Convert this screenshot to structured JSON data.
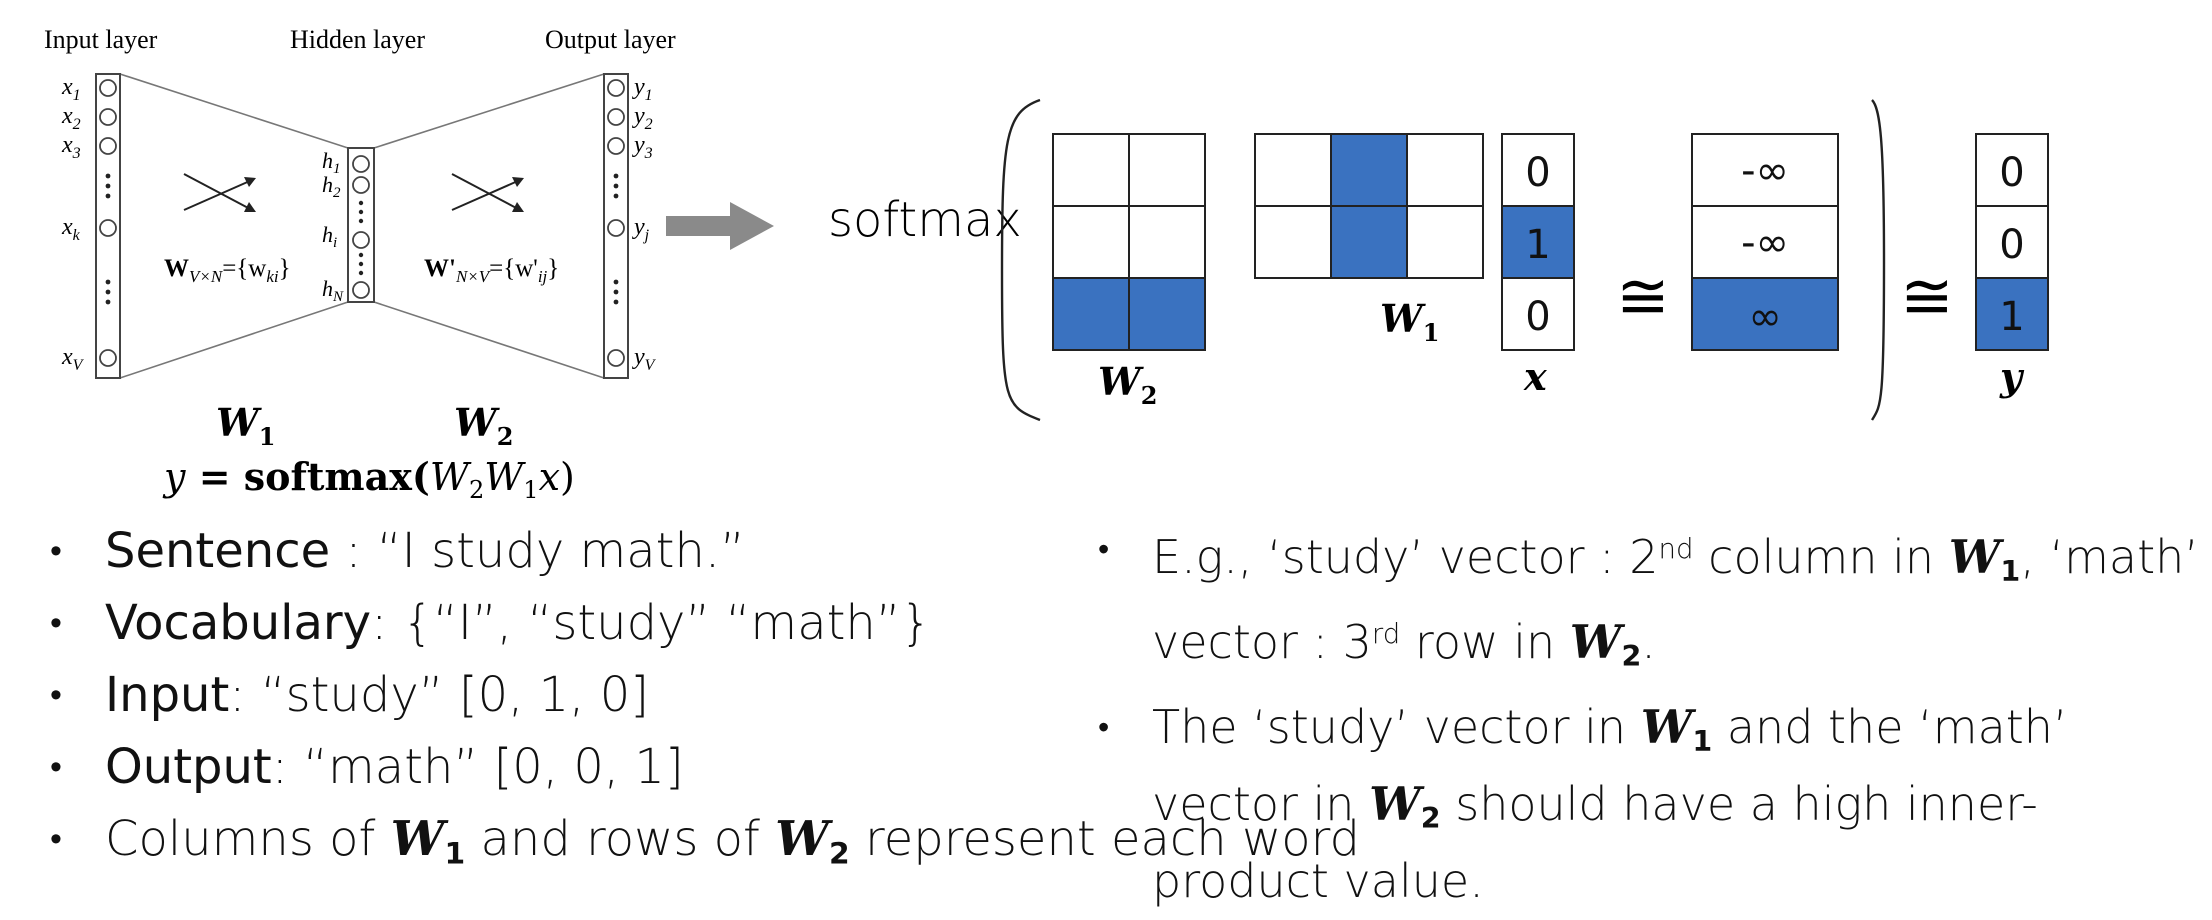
{
  "nn": {
    "input_label": "Input layer",
    "hidden_label": "Hidden layer",
    "output_label": "Output layer",
    "inputs": [
      "x",
      "x",
      "x",
      "x",
      "x"
    ],
    "input_subs": [
      "1",
      "2",
      "3",
      "k",
      "V"
    ],
    "hidden": [
      "h",
      "h",
      "h",
      "h"
    ],
    "hidden_subs": [
      "1",
      "2",
      "i",
      "N"
    ],
    "outputs": [
      "y",
      "y",
      "y",
      "y",
      "y"
    ],
    "output_subs": [
      "1",
      "2",
      "3",
      "j",
      "V"
    ],
    "w1_label_main": "W",
    "w1_label_sub": "V×N",
    "w1_label_rest": "={w",
    "w1_label_idx": "ki",
    "w1_label_end": "}",
    "w2_label_main": "W'",
    "w2_label_sub": "N×V",
    "w2_label_rest": "={w'",
    "w2_label_idx": "ij",
    "w2_label_end": "}"
  },
  "labels": {
    "W1": "W",
    "W1_sub": "1",
    "W2": "W",
    "W2_sub": "2",
    "eq_y": "y",
    "eq_mid": " = softmax(",
    "eq_W2": "W",
    "eq_2": "2",
    "eq_W1": "W",
    "eq_1": "1",
    "eq_x": "x",
    "eq_close": ")"
  },
  "equation": {
    "softmax": "softmax",
    "W2_label": "W",
    "W2_sub": "2",
    "W1_label": "W",
    "W1_sub": "1",
    "x_label": "x",
    "x_values": [
      "0",
      "1",
      "0"
    ],
    "mid_values": [
      "-∞",
      "-∞",
      "∞"
    ],
    "y_label": "y",
    "y_values": [
      "0",
      "0",
      "1"
    ],
    "approx": "≅",
    "highlight_color": "#3a72c0"
  },
  "bullets_left": [
    {
      "key": "Sentence",
      "sep": " : ",
      "value": "“I study math.”"
    },
    {
      "key": "Vocabulary",
      "sep": ": ",
      "value": "{“I”, “study” “math”}"
    },
    {
      "key": "Input",
      "sep": ": ",
      "value": "“study”  [0, 1, 0]"
    },
    {
      "key": "Output",
      "sep": ": ",
      "value": "“math”  [0, 0, 1]"
    },
    {
      "a": "Columns of ",
      "W1": "W",
      "W1s": "1",
      "b": " and rows of ",
      "W2": "W",
      "W2s": "2",
      "c": " represent each word"
    }
  ],
  "bullets_right": [
    {
      "a": "E.g., ‘study’ vector :  2",
      "sup1": "nd",
      "b": " column in ",
      "W1": "W",
      "W1s": "1",
      "c": ", ‘math’ vector : 3",
      "sup2": "rd",
      "d": "  row in ",
      "W2": "W",
      "W2s": "2",
      "e": "."
    },
    {
      "a": "The ‘study’ vector in ",
      "W1": "W",
      "W1s": "1",
      "b": " and the ‘math’ vector in ",
      "W2": "W",
      "W2s": "2",
      "c": " should have a high inner-product value."
    }
  ]
}
